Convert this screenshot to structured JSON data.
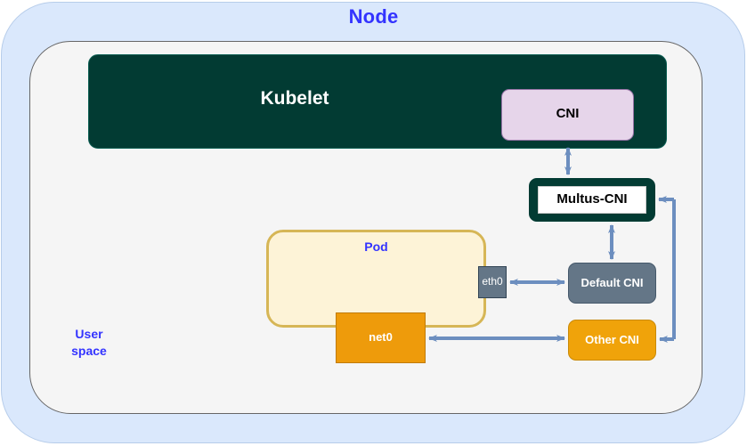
{
  "diagram": {
    "title": "Node",
    "outer_container": {
      "label": "Node",
      "color": "#dae8fc",
      "border_color": "#b7cdea",
      "label_color": "#3333ff"
    },
    "inner_container": {
      "label_line1": "User",
      "label_line2": "space",
      "color": "#f5f5f5",
      "border_color": "#666666",
      "label_color": "#3333ff"
    },
    "nodes": [
      {
        "id": "kubelet",
        "label": "Kubelet",
        "fill": "#023b33",
        "text_color": "#ffffff"
      },
      {
        "id": "cni",
        "label": "CNI",
        "fill": "#e6d5ea",
        "border": "#9673a6",
        "text_color": "#000000"
      },
      {
        "id": "multus-cni",
        "label": "Multus-CNI",
        "fill": "#ffffff",
        "border": "#023b33",
        "text_color": "#000000"
      },
      {
        "id": "pod",
        "label": "Pod",
        "fill": "#fdf3d7",
        "border": "#d6b656",
        "text_color": "#3333ff"
      },
      {
        "id": "eth0",
        "label": "eth0",
        "fill": "#647687",
        "border": "#314354",
        "text_color": "#ffffff"
      },
      {
        "id": "net0",
        "label": "net0",
        "fill": "#ee9b0b",
        "border": "#c07b0a",
        "text_color": "#ffffff"
      },
      {
        "id": "default-cni",
        "label": "Default CNI",
        "fill": "#647687",
        "border": "#46596b",
        "text_color": "#ffffff"
      },
      {
        "id": "other-cni",
        "label": "Other CNI",
        "fill": "#f0a30a",
        "border": "#c98a09",
        "text_color": "#ffffff"
      }
    ],
    "edges": [
      {
        "id": "cni-multus",
        "from": "cni",
        "to": "multus-cni",
        "direction": "bidirectional"
      },
      {
        "id": "multus-default",
        "from": "multus-cni",
        "to": "default-cni",
        "direction": "bidirectional"
      },
      {
        "id": "eth0-default",
        "from": "eth0",
        "to": "default-cni",
        "direction": "bidirectional"
      },
      {
        "id": "net0-other",
        "from": "net0",
        "to": "other-cni",
        "direction": "bidirectional"
      },
      {
        "id": "multus-other-return",
        "from": "other-cni",
        "to": "multus-cni",
        "direction": "routed"
      }
    ],
    "edge_color": "#6c8ebf"
  }
}
